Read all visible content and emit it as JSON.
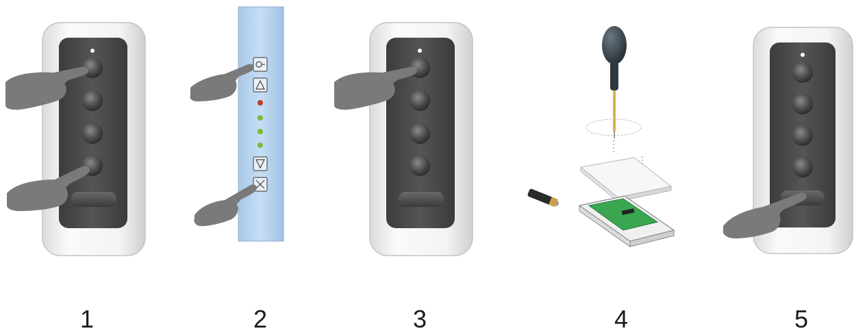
{
  "steps": [
    {
      "number": "1",
      "illustration": "remote-control-press-top-and-bottom-buttons"
    },
    {
      "number": "2",
      "illustration": "control-panel-press-light-and-fan-off-buttons"
    },
    {
      "number": "3",
      "illustration": "remote-control-press-top-button"
    },
    {
      "number": "4",
      "illustration": "remote-control-battery-replacement-with-screwdriver"
    },
    {
      "number": "5",
      "illustration": "remote-control-press-wide-bottom-button"
    }
  ],
  "icons": {
    "panel_top": "light-bulb-icon",
    "panel_up": "arrow-up-icon",
    "panel_down": "arrow-down-icon",
    "panel_bottom": "fan-off-icon"
  },
  "colors": {
    "remote_shell": "#f2f2f2",
    "remote_face": "#4a4a4a",
    "button": "#5c5c5c",
    "hand": "#7a7a7a",
    "panel": "#b7d3ee",
    "led_red": "#c0392b",
    "led_green": "#7fb83a",
    "pcb_green": "#3aa651",
    "screwdriver_handle": "#3f4a52",
    "screwdriver_shaft": "#d8b24a"
  }
}
